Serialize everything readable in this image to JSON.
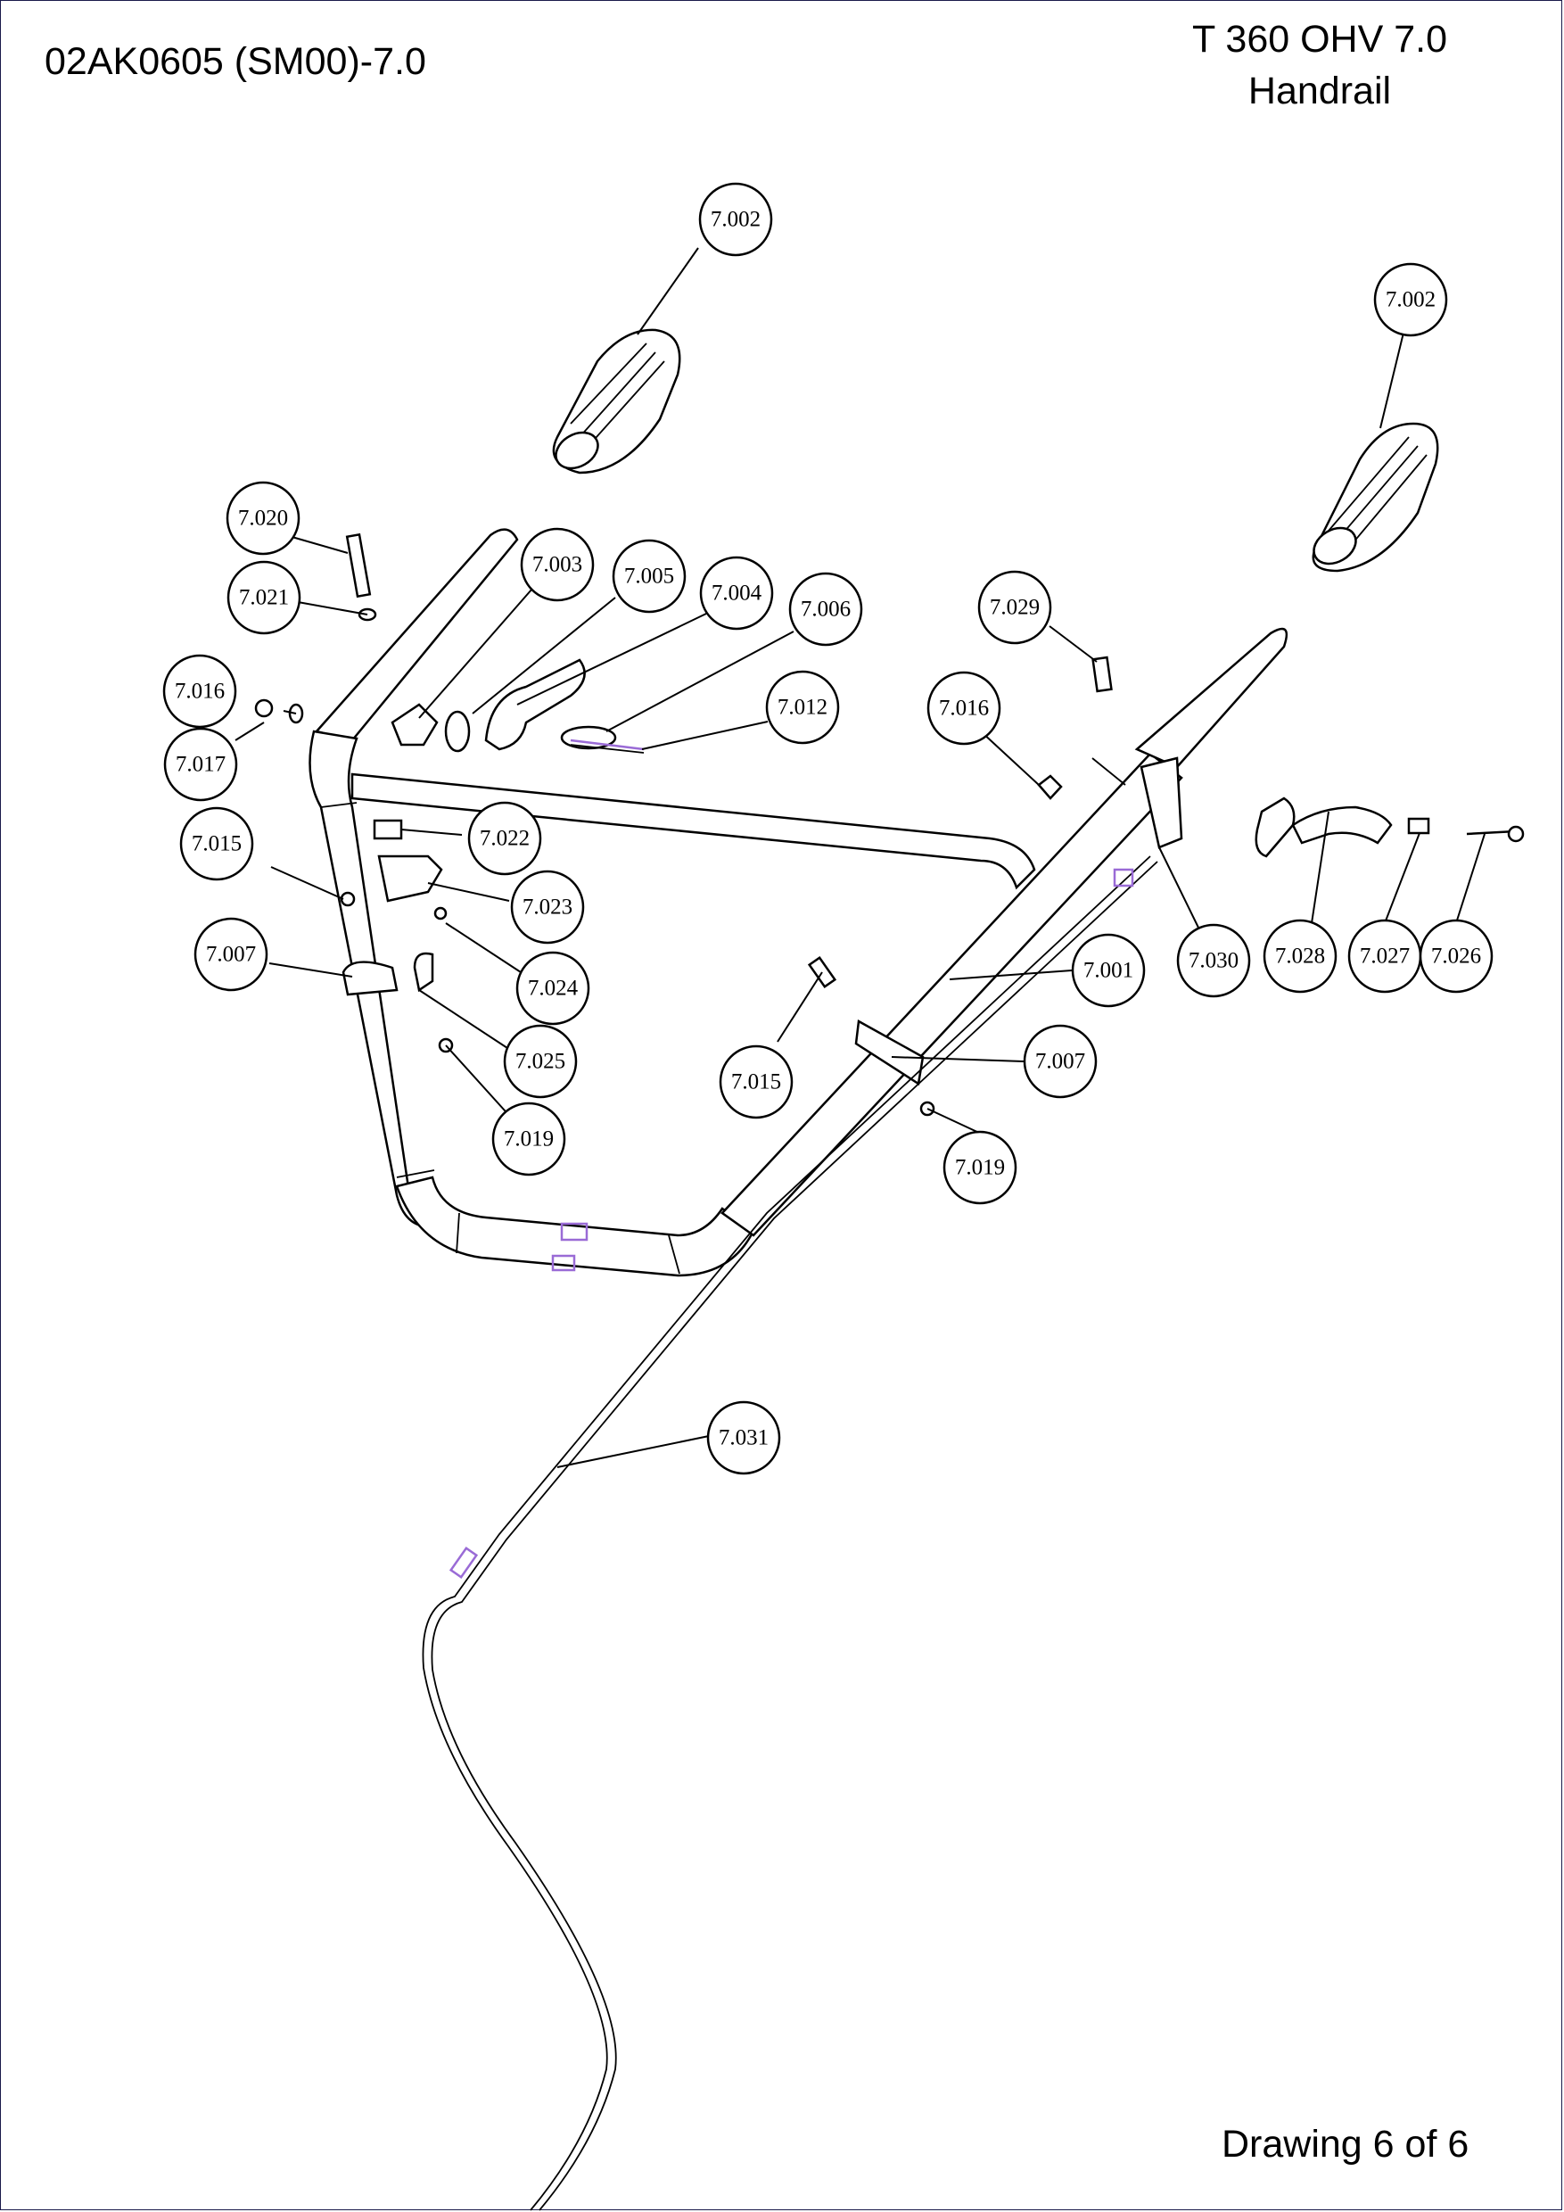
{
  "header": {
    "doc_code": "02AK0605 (SM00)-7.0",
    "model": "T 360 OHV 7.0",
    "subtitle": "Handrail"
  },
  "footer": {
    "page_info": "Drawing 6 of 6"
  },
  "callouts": [
    {
      "label": "7.002"
    },
    {
      "label": "7.002"
    },
    {
      "label": "7.020"
    },
    {
      "label": "7.021"
    },
    {
      "label": "7.003"
    },
    {
      "label": "7.005"
    },
    {
      "label": "7.004"
    },
    {
      "label": "7.006"
    },
    {
      "label": "7.016"
    },
    {
      "label": "7.017"
    },
    {
      "label": "7.012"
    },
    {
      "label": "7.029"
    },
    {
      "label": "7.016"
    },
    {
      "label": "7.015"
    },
    {
      "label": "7.022"
    },
    {
      "label": "7.023"
    },
    {
      "label": "7.007"
    },
    {
      "label": "7.024"
    },
    {
      "label": "7.025"
    },
    {
      "label": "7.019"
    },
    {
      "label": "7.001"
    },
    {
      "label": "7.030"
    },
    {
      "label": "7.028"
    },
    {
      "label": "7.027"
    },
    {
      "label": "7.026"
    },
    {
      "label": "7.015"
    },
    {
      "label": "7.007"
    },
    {
      "label": "7.019"
    },
    {
      "label": "7.031"
    }
  ],
  "colors": {
    "accent": "#9a6bd6",
    "line": "#000000",
    "border": "#1a1a4a"
  }
}
